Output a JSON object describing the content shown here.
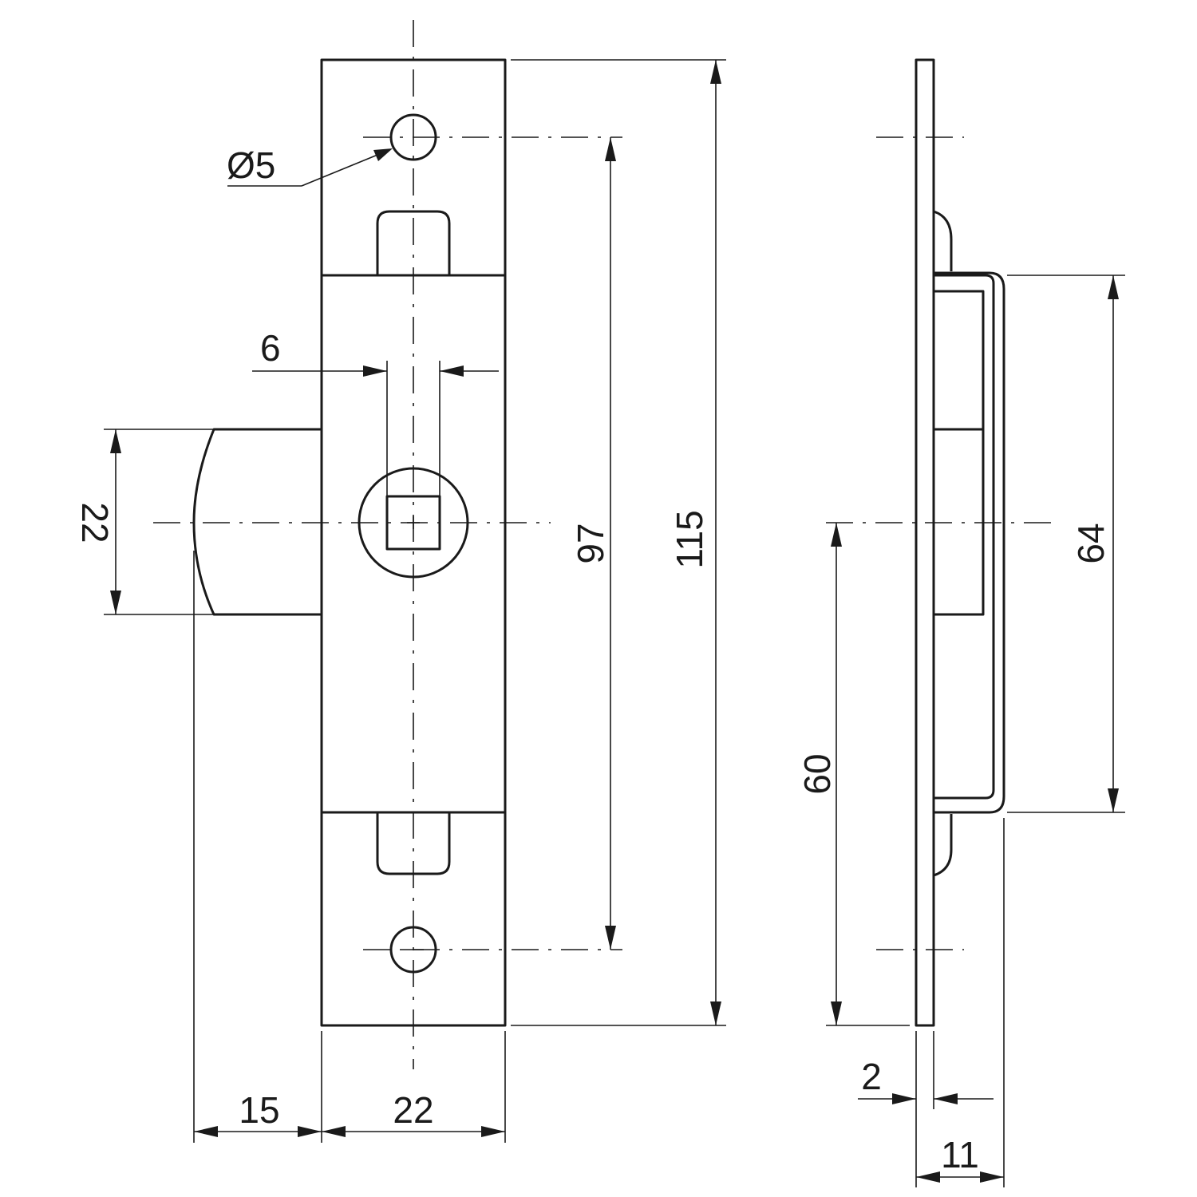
{
  "colors": {
    "line": "#1a1a1a",
    "background": "#ffffff"
  },
  "dimensions": {
    "hole_diameter": "Ø5",
    "spindle_width": "6",
    "bolt_height": "22",
    "hole_spacing": "97",
    "faceplate_length": "115",
    "bolt_projection": "15",
    "faceplate_width": "22",
    "backset": "60",
    "case_height": "64",
    "plate_thickness": "2",
    "total_depth": "11"
  }
}
